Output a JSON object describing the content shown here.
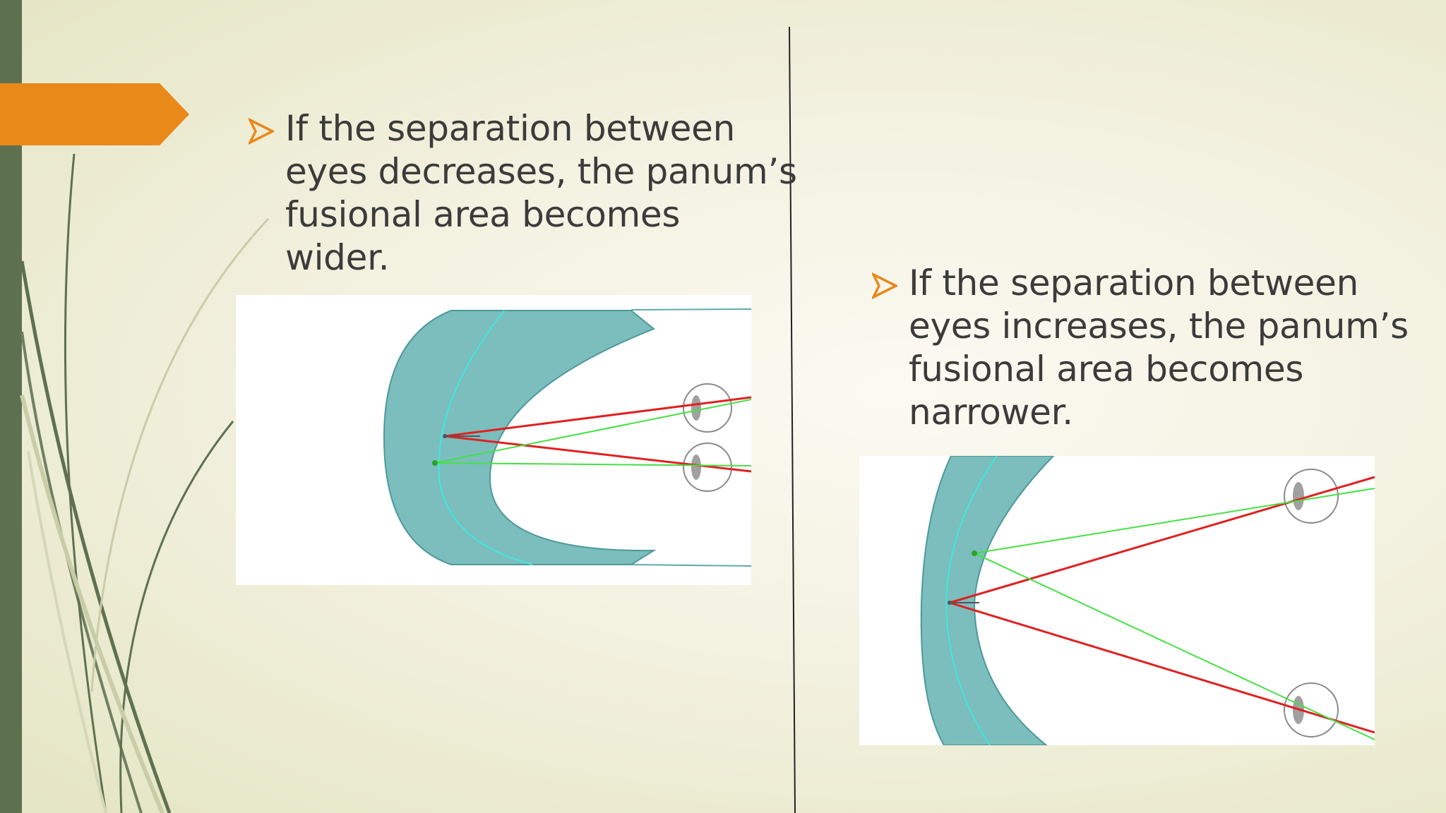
{
  "slide": {
    "colors": {
      "sidebar": "#5d7150",
      "accent": "#e8891a",
      "text": "#3b3b3b",
      "horopter_fill": "#7cbdbd",
      "horopter_line": "#3fe8df",
      "red_line": "#e02020",
      "green_line": "#46e046"
    },
    "left_bullet": {
      "icon": "arrow-bullet-icon",
      "text": "If the separation between\neyes decreases, the panum’s\nfusional area becomes\nwider."
    },
    "right_bullet": {
      "icon": "arrow-bullet-icon",
      "text": "If the separation between\neyes increases, the panum’s\nfusional area becomes\nnarrower."
    },
    "left_diagram": {
      "subject": "wide panum's fusional area with closely spaced eyes"
    },
    "right_diagram": {
      "subject": "narrow panum's fusional area with widely spaced eyes"
    }
  }
}
